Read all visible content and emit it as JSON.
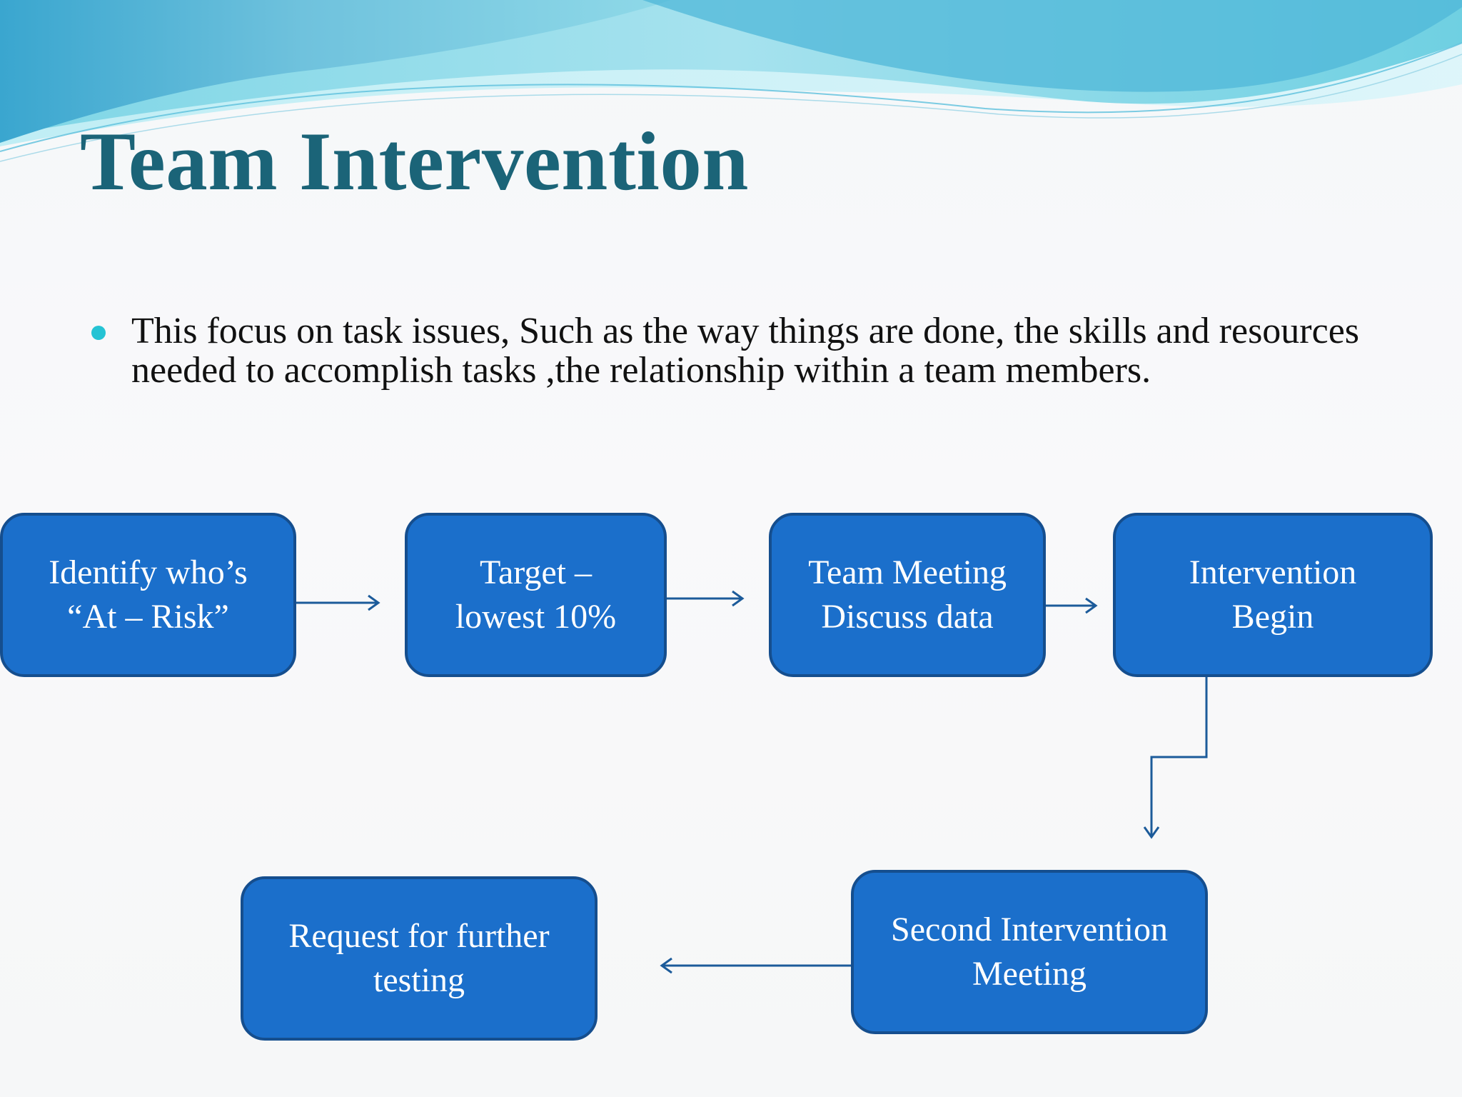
{
  "slide": {
    "title": "Team Intervention",
    "bullet": "This focus on task issues, Such as the way things are done, the skills and resources needed to accomplish tasks ,the relationship within a team members."
  },
  "flowchart": {
    "nodes": [
      {
        "id": "identify",
        "label": "Identify who’s\n“At – Risk”"
      },
      {
        "id": "target",
        "label": "Target –\nlowest 10%"
      },
      {
        "id": "team-meeting",
        "label": "Team Meeting\nDiscuss data"
      },
      {
        "id": "intervention",
        "label": "Intervention\nBegin"
      },
      {
        "id": "second-meeting",
        "label": "Second Intervention\nMeeting"
      },
      {
        "id": "request-testing",
        "label": "Request  for  further\ntesting"
      }
    ],
    "edges": [
      {
        "from": "identify",
        "to": "target"
      },
      {
        "from": "target",
        "to": "team-meeting"
      },
      {
        "from": "team-meeting",
        "to": "intervention"
      },
      {
        "from": "intervention",
        "to": "second-meeting"
      },
      {
        "from": "second-meeting",
        "to": "request-testing"
      }
    ]
  },
  "colors": {
    "title": "#1b6478",
    "bullet_marker": "#25c3d4",
    "node_fill": "#1b6fcb",
    "node_border": "#154e8e",
    "connector": "#1c5b9a"
  }
}
